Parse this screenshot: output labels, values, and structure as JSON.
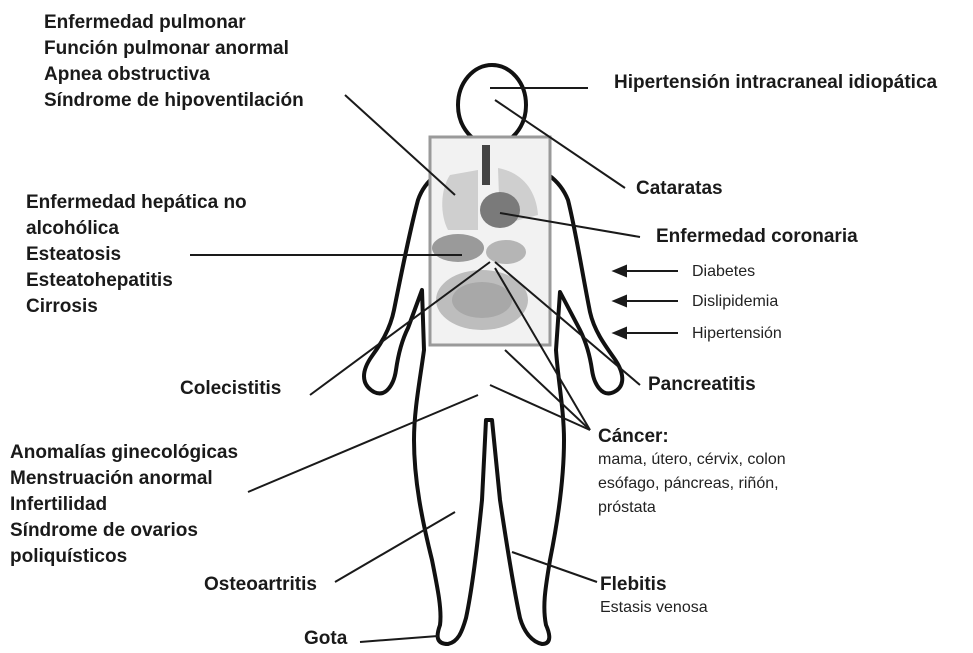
{
  "labels": {
    "pulmonary": [
      "Enfermedad pulmonar",
      "Función pulmonar anormal",
      "Apnea obstructiva",
      "Síndrome  de hipoventilación"
    ],
    "intracranial": "Hipertensión intracraneal idiopática",
    "cataracts": "Cataratas",
    "coronary": "Enfermedad coronaria",
    "coronary_factors": [
      "Diabetes",
      "Dislipidemia",
      "Hipertensión"
    ],
    "hepatic": [
      "Enfermedad hepática no",
      "alcohólica",
      "Esteatosis",
      "Esteatohepatitis",
      "Cirrosis"
    ],
    "cholecystitis": "Colecistitis",
    "pancreatitis": "Pancreatitis",
    "cancer_title": "Cáncer:",
    "cancer_list": [
      "mama, útero, cérvix, colon",
      "esófago, páncreas, riñón,",
      "próstata"
    ],
    "gyneco": [
      "Anomalías ginecológicas",
      "Menstruación anormal",
      "Infertilidad",
      "Síndrome de ovarios",
      "poliquísticos"
    ],
    "osteoarthritis": "Osteoartritis",
    "phlebitis_title": "Flebitis",
    "phlebitis_sub": "Estasis venosa",
    "gout": "Gota"
  },
  "colors": {
    "ink": "#1a1a1a",
    "organ_box": "#9a9a9a",
    "organ_fill": "#e4e4e4",
    "organ_dark": "#6f6f6f"
  }
}
